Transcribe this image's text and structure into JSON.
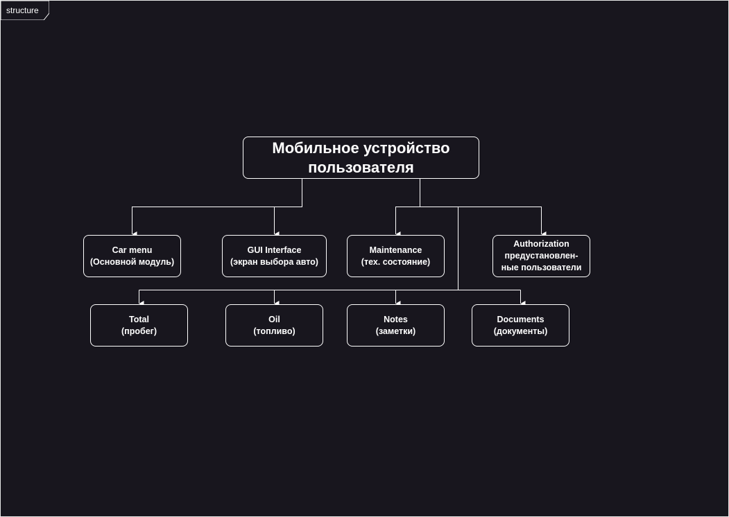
{
  "frame": {
    "label": "structure"
  },
  "diagram": {
    "root": {
      "line1": "Мобильное устройство",
      "line2": "пользователя"
    },
    "nodes": {
      "car_menu": {
        "line1": "Car menu",
        "line2": "(Основной модуль)"
      },
      "gui_interface": {
        "line1": "GUI Interface",
        "line2": "(экран выбора авто)"
      },
      "maintenance": {
        "line1": "Maintenance",
        "line2": "(тех. состояние)"
      },
      "authorization": {
        "line1": "Authorization",
        "line2": "предустановлен-",
        "line3": "ные пользователи"
      },
      "total": {
        "line1": "Total",
        "line2": "(пробег)"
      },
      "oil": {
        "line1": "Oil",
        "line2": "(топливо)"
      },
      "notes": {
        "line1": "Notes",
        "line2": "(заметки)"
      },
      "documents": {
        "line1": "Documents",
        "line2": "(документы)"
      }
    },
    "colors": {
      "background": "#18161e",
      "stroke": "#ffffff",
      "text": "#ffffff"
    }
  }
}
